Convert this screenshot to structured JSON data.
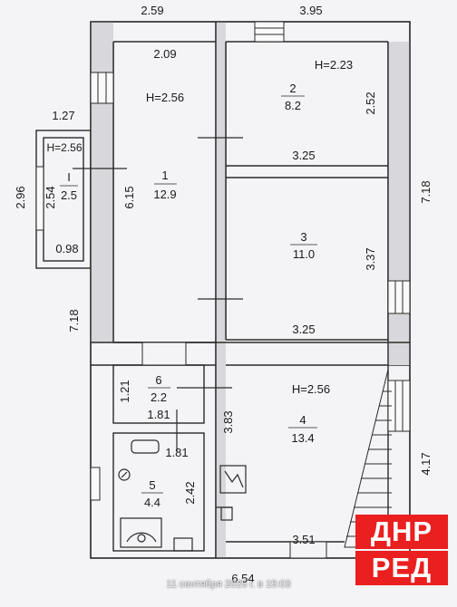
{
  "dims": {
    "top_left": "2.59",
    "top_right": "3.95",
    "top_ext": "1.27",
    "ext_height_outer": "2.96",
    "ext_height_inner": "2.54",
    "ext_bottom": "0.98",
    "left_total": "7.18",
    "right_total": "7.18",
    "bottom_total": "6.54",
    "room1_top": "2.09",
    "room1_height": "6.15",
    "room2_height": "2.52",
    "room2_bottom": "3.25",
    "room3_height": "3.37",
    "room3_bottom": "3.25",
    "room6_height": "1.21",
    "room6_width": "1.81",
    "room5_width": "1.81",
    "room5_height": "2.42",
    "room4_height_left": "3.83",
    "room4_height_right": "4.17",
    "room4_bottom": "3.51"
  },
  "rooms": {
    "r1": {
      "heightmark": "H=2.56",
      "number": "1",
      "area": "12.9"
    },
    "r2": {
      "heightmark": "H=2.23",
      "number": "2",
      "area": "8.2"
    },
    "r3": {
      "number": "3",
      "area": "11.0"
    },
    "r4": {
      "heightmark": "H=2.56",
      "number": "4",
      "area": "13.4"
    },
    "r5": {
      "number": "5",
      "area": "4.4"
    },
    "r6": {
      "number": "6",
      "area": "2.2"
    },
    "ext": {
      "heightmark": "H=2.56",
      "number": "I",
      "area": "2.5"
    }
  },
  "timestamp": "11 сентября 2025 г. в 15:03",
  "logo": {
    "line1": "ДНР",
    "line2": "РЕД",
    "color": "#ea1f1f"
  }
}
